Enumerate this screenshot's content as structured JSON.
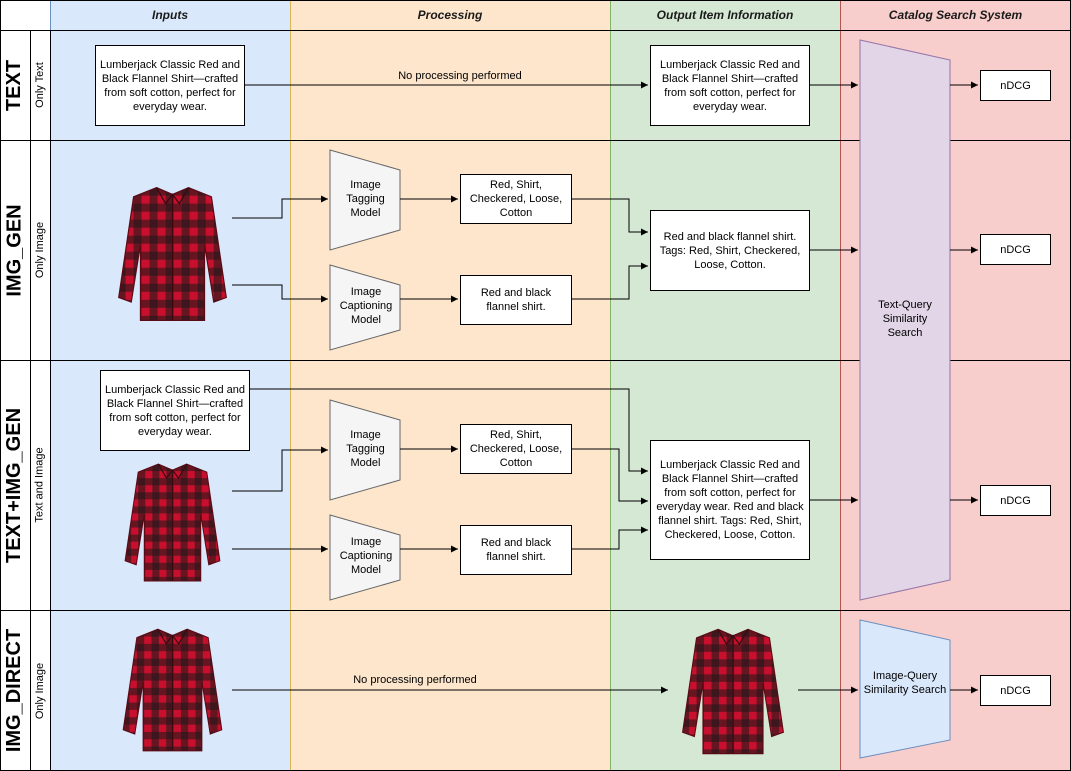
{
  "columns": {
    "inputs": "Inputs",
    "processing": "Processing",
    "output": "Output Item Information",
    "catalog": "Catalog Search System"
  },
  "rows": {
    "text": {
      "name": "TEXT",
      "sub": "Only Text"
    },
    "img_gen": {
      "name": "IMG_GEN",
      "sub": "Only Image"
    },
    "text_img_gen": {
      "name": "TEXT+IMG_GEN",
      "sub": "Text and Image"
    },
    "img_direct": {
      "name": "IMG_DIRECT",
      "sub": "Only Image"
    }
  },
  "description": "Lumberjack Classic Red and Black Flannel Shirt—crafted from soft cotton, perfect for everyday wear.",
  "no_processing": "No processing performed",
  "models": {
    "tagging": "Image Tagging Model",
    "captioning": "Image Captioning Model"
  },
  "tags_text": "Red, Shirt, Checkered, Loose, Cotton",
  "caption_text": "Red and black flannel shirt.",
  "outputs": {
    "img_gen": "Red and black flannel shirt. Tags: Red, Shirt, Checkered, Loose, Cotton.",
    "text_img_gen": "Lumberjack Classic Red and Black Flannel Shirt—crafted from soft cotton, perfect for everyday wear. Red and black flannel shirt. Tags: Red, Shirt, Checkered, Loose, Cotton."
  },
  "search": {
    "text_query": "Text-Query Similarity Search",
    "image_query": "Image-Query Similarity Search"
  },
  "metric": "nDCG",
  "colors": {
    "inputs_bg": "#dae8fc",
    "processing_bg": "#fde6cc",
    "output_bg": "#d5e8d4",
    "catalog_bg": "#f8cecc",
    "text_query_fill": "#e1d5e7",
    "image_query_fill": "#dae8fc",
    "model_fill": "#f5f5f5"
  }
}
